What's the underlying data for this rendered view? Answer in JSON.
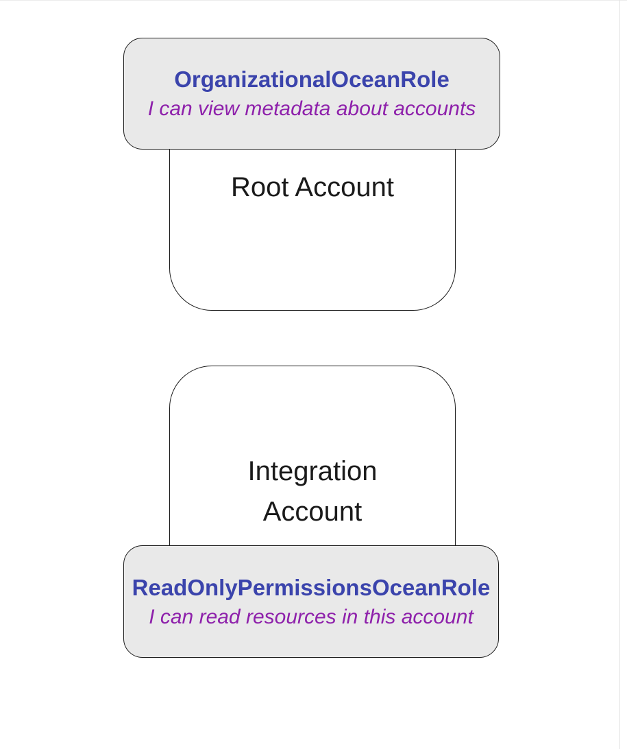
{
  "theme": {
    "canvas-bg": "#ffffff",
    "node-fill": "#e9e9e9",
    "node-border": "#1c1c1c",
    "account-text-color": "#1a1a1a",
    "role-name-color": "#3b44ac",
    "role-desc-color": "#8e21ab"
  },
  "diagram": {
    "nodes": {
      "root_role": {
        "name": "OrganizationalOceanRole",
        "description": "I can view metadata about accounts"
      },
      "root_account": {
        "label": "Root Account"
      },
      "integration_account": {
        "label": "Integration Account"
      },
      "integration_role": {
        "name": "ReadOnlyPermissionsOceanRole",
        "description": "I can read resources in this account"
      }
    }
  }
}
